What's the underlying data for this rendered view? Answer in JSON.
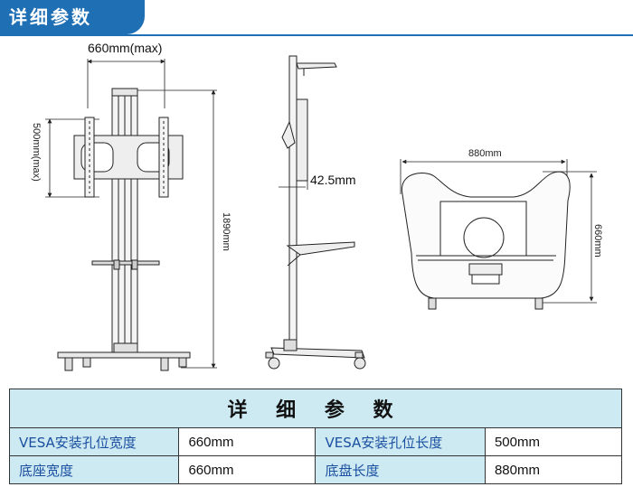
{
  "header": {
    "title": "详细参数"
  },
  "diagram": {
    "front": {
      "width_label": "660mm(max)",
      "hole_label": "500mm(max)",
      "height_label": "1890mm"
    },
    "side": {
      "offset_label": "42.5mm"
    },
    "top": {
      "width_label": "880mm",
      "depth_label": "660mm"
    }
  },
  "table": {
    "title": "详 细 参 数",
    "rows": [
      {
        "label1": "VESA安装孔位宽度",
        "value1": "660mm",
        "label2": "VESA安装孔位长度",
        "value2": "500mm"
      },
      {
        "label1": "底座宽度",
        "value1": "660mm",
        "label2": "底盘长度",
        "value2": "880mm"
      }
    ]
  }
}
